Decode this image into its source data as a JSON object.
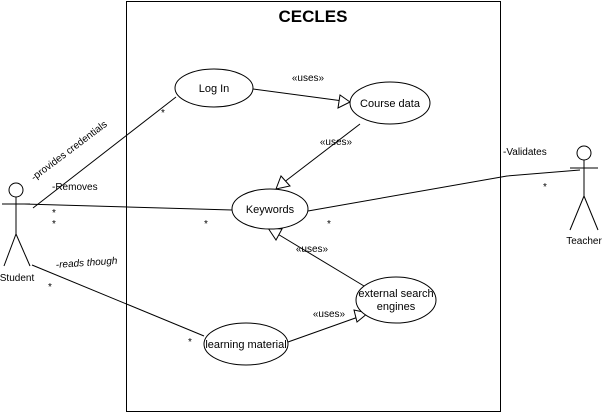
{
  "system": {
    "title": "CECLES"
  },
  "use_cases": {
    "login": "Log In",
    "course_data": "Course data",
    "keywords": "Keywords",
    "external_search_l1": "external search",
    "external_search_l2": "engines",
    "learning_material": "learning material"
  },
  "actors": {
    "student": "Student",
    "teacher": "Teacher"
  },
  "labels": {
    "uses": "«uses»",
    "provides_credentials": "-provides credentials",
    "removes": "-Removes",
    "reads_though": "-reads though",
    "validates": "-Validates"
  },
  "multiplicity": {
    "many": "*"
  }
}
